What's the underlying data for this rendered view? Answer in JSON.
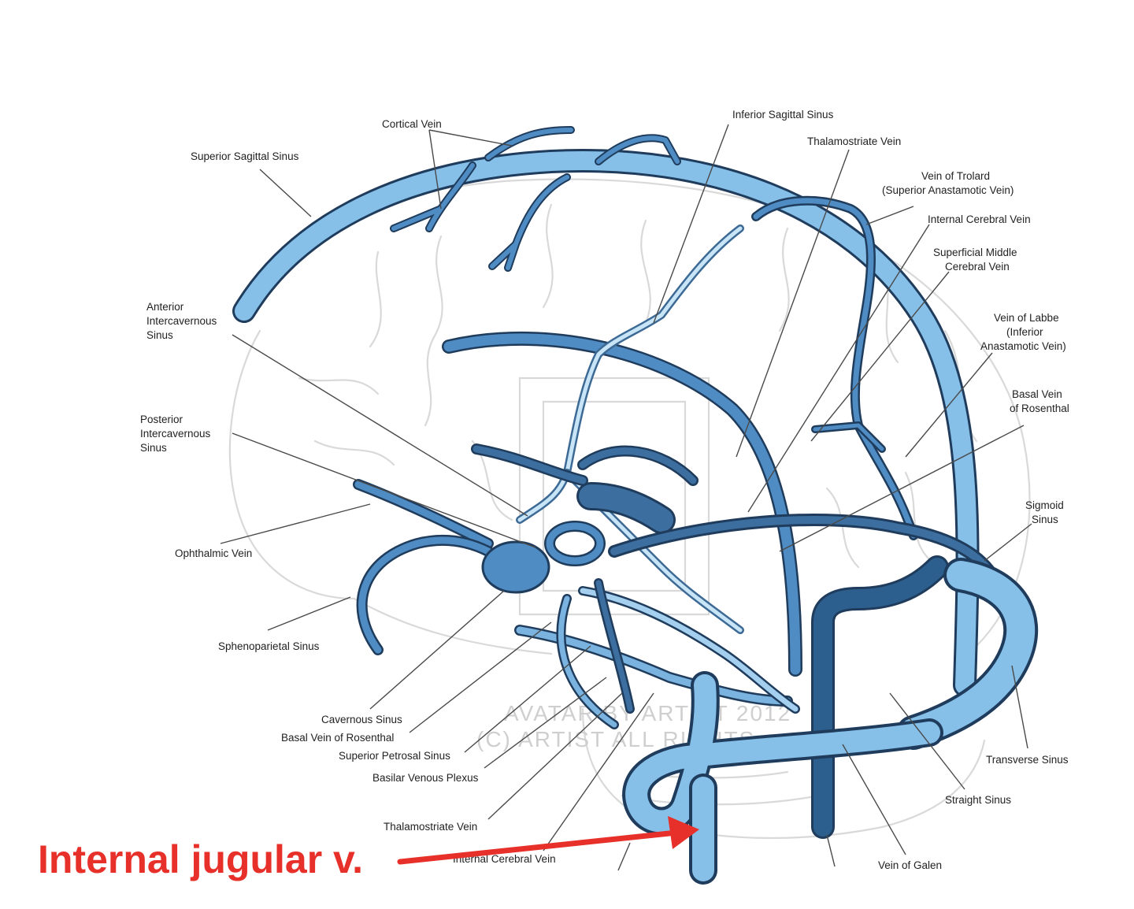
{
  "labels": {
    "cortical_vein": "Cortical Vein",
    "superior_sagittal_sinus": "Superior Sagittal Sinus",
    "inferior_sagittal_sinus": "Inferior Sagittal Sinus",
    "thalamostriate_vein_top": "Thalamostriate Vein",
    "vein_of_trolard_1": "Vein of Trolard",
    "vein_of_trolard_2": "(Superior Anastamotic Vein)",
    "internal_cerebral_vein_top": "Internal Cerebral Vein",
    "superficial_middle_1": "Superficial Middle",
    "superficial_middle_2": "Cerebral Vein",
    "vein_of_labbe_1": "Vein of Labbe",
    "vein_of_labbe_2": "(Inferior",
    "vein_of_labbe_3": "Anastamotic Vein)",
    "basal_vein_right_1": "Basal Vein",
    "basal_vein_right_2": "of Rosenthal",
    "sigmoid_1": "Sigmoid",
    "sigmoid_2": "Sinus",
    "transverse_sinus": "Transverse Sinus",
    "straight_sinus": "Straight Sinus",
    "vein_of_galen": "Vein of Galen",
    "anterior_1": "Anterior",
    "anterior_2": "Intercavernous",
    "anterior_3": "Sinus",
    "posterior_1": "Posterior",
    "posterior_2": "Intercavernous",
    "posterior_3": "Sinus",
    "ophthalmic_vein": "Ophthalmic Vein",
    "sphenoparietal_sinus": "Sphenoparietal Sinus",
    "cavernous_sinus": "Cavernous Sinus",
    "basal_vein_left": "Basal Vein of Rosenthal",
    "superior_petrosal_sinus": "Superior Petrosal Sinus",
    "basilar_venous_plexus": "Basilar Venous Plexus",
    "thalamostriate_vein_bottom": "Thalamostriate Vein",
    "internal_cerebral_vein_bottom": "Internal Cerebral Vein"
  },
  "callout": {
    "text": "Internal jugular v.",
    "color": "#e8302a"
  },
  "colors": {
    "vein_light": "#8cc3ea",
    "vein_mid": "#4f8cc3",
    "vein_dark": "#2d5f8e",
    "vein_outline": "#1f3c5c",
    "leader": "#4a4a4a",
    "brain_outline": "#d9d9d9"
  }
}
